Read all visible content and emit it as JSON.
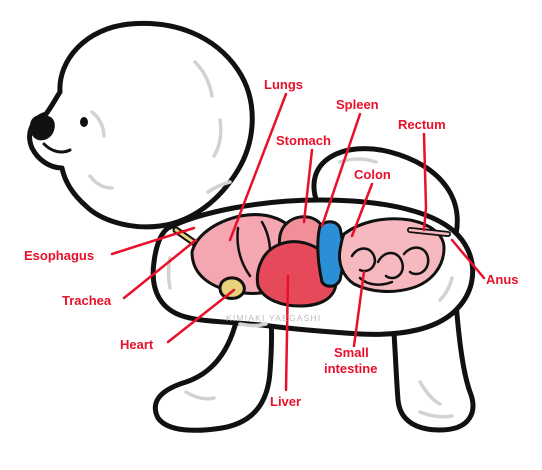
{
  "diagram": {
    "labels": {
      "lungs": "Lungs",
      "spleen": "Spleen",
      "rectum": "Rectum",
      "stomach": "Stomach",
      "colon": "Colon",
      "esophagus": "Esophagus",
      "trachea": "Trachea",
      "heart": "Heart",
      "anus": "Anus",
      "small_intestine_line1": "Small",
      "small_intestine_line2": "intestine",
      "liver": "Liver"
    },
    "watermark": "KIMIAKI YAEGASHI",
    "colors": {
      "label": "#e8102a",
      "outline": "#111111",
      "lungs": "#f4a7b0",
      "liver": "#e64a5a",
      "spleen": "#2b8fd8",
      "intestine": "#f6b9bf",
      "heart": "#e9d27a"
    }
  }
}
